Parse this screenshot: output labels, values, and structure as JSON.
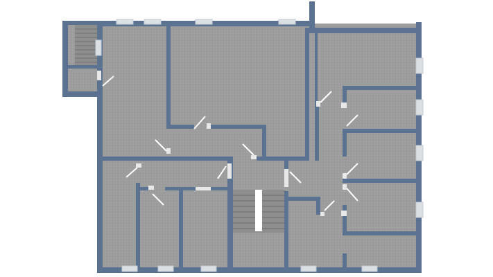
{
  "plan": {
    "colors": {
      "background": "#ffffff",
      "floor": "#9a9a9a",
      "floor_light": "#a4a4a4",
      "wall": "#5b7391",
      "window_frame": "#d7dde3",
      "window_glass": "#ffffff",
      "door": "#ffffff",
      "stair_tread": "#8d8d8d",
      "stair_line": "#6f6f6f",
      "stair_core": "#ffffff"
    },
    "rooms": [
      "hall-west",
      "main-room-north",
      "room-north-east",
      "room-east-1",
      "room-east-2",
      "room-east-3",
      "room-east-4",
      "room-south-west",
      "room-south-narrow-1",
      "room-south-narrow-2",
      "stair-hall-center",
      "corridor-south-east",
      "stair-west"
    ],
    "icons": {
      "door": "door-swing-icon",
      "window": "window-icon",
      "stairs": "staircase-icon"
    }
  }
}
